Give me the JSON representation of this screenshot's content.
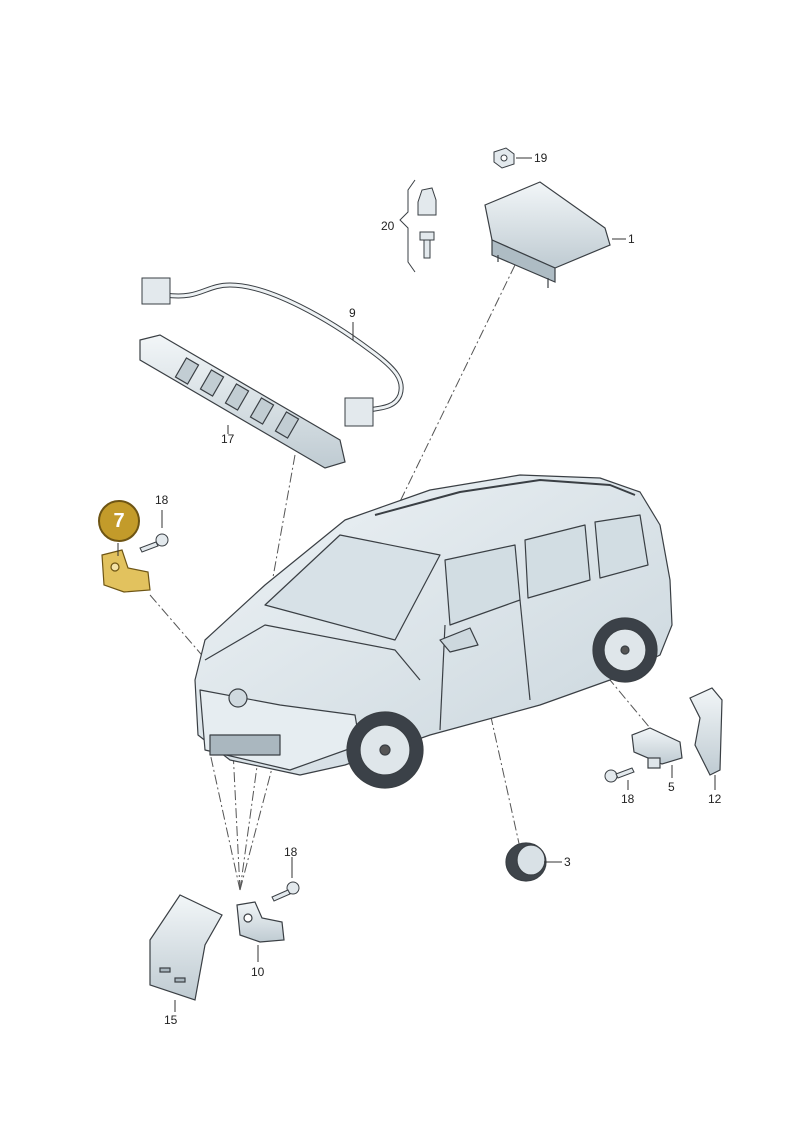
{
  "highlight": {
    "number": "7",
    "color": "#c39b2a"
  },
  "callouts": {
    "c1": "1",
    "c3": "3",
    "c5": "5",
    "c7": "7",
    "c9": "9",
    "c10": "10",
    "c12": "12",
    "c15": "15",
    "c17": "17",
    "c18a": "18",
    "c18b": "18",
    "c18c": "18",
    "c19": "19",
    "c20": "20"
  },
  "colors": {
    "line": "#333333",
    "part": "#dfe7ec",
    "part_dark": "#8fa2ad",
    "highlight_part": "#e2c25e"
  }
}
